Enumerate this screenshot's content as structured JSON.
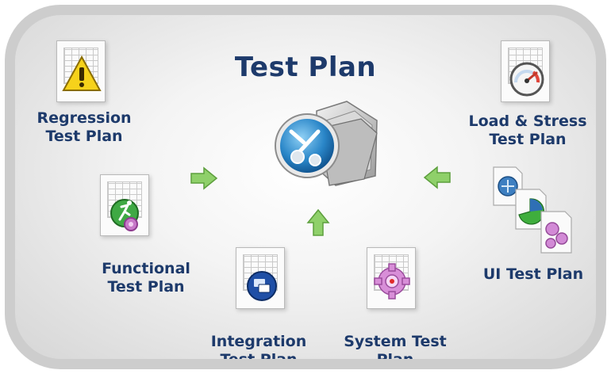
{
  "title": "Test Plan",
  "plans": {
    "regression": "Regression\nTest Plan",
    "functional": "Functional\nTest Plan",
    "integration": "Integration\nTest Plan",
    "system": "System Test\nPlan",
    "ui": "UI Test Plan",
    "load_stress": "Load & Stress\nTest Plan"
  },
  "icons": {
    "center": "tools-folder-icon",
    "regression": "warning-triangle-icon",
    "functional": "runner-gear-icon",
    "integration": "network-monitor-icon",
    "system": "pink-gear-icon",
    "load_stress": "speedometer-icon",
    "ui": "stacked-documents-icon"
  },
  "colors": {
    "label": "#1d3a6b",
    "arrow": "#8fd06a",
    "frame": "#cdcdcd"
  }
}
